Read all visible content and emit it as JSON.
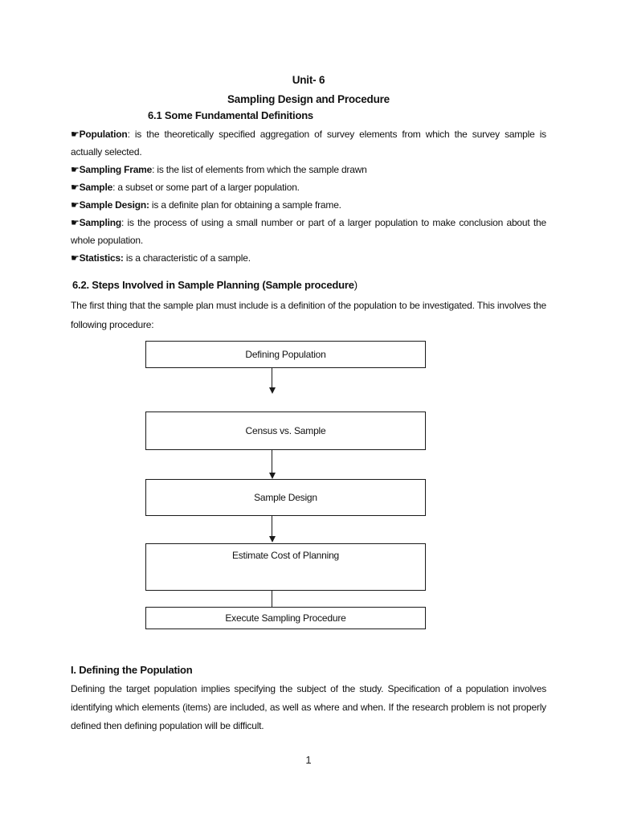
{
  "doc": {
    "title1": "Unit- 6",
    "title2": "Sampling Design and Procedure",
    "section_6_1_heading": "6.1 Some Fundamental Definitions",
    "definitions": [
      {
        "icon": "☛",
        "lead": "Population",
        "rest": ":  is the theoretically specified aggregation of survey elements from which the survey sample is actually selected."
      },
      {
        "icon": "☛",
        "lead": "Sampling Frame",
        "rest": ":  is the list of elements from which the sample drawn"
      },
      {
        "icon": "☛",
        "lead": "Sample",
        "rest": ":  a subset or some part of a larger population."
      },
      {
        "icon": "☛",
        "lead": "Sample Design:",
        "rest": " is a definite plan for obtaining a sample frame."
      },
      {
        "icon": "☛",
        "lead": "Sampling",
        "rest": ":  is the process of using a small number or part of a larger population to make conclusion about the whole population."
      },
      {
        "icon": "☛",
        "lead": "Statistics:",
        "rest": " is a characteristic of a sample."
      }
    ],
    "section_6_2_heading": "6.2. Steps Involved in Sample Planning (Sample procedure",
    "section_6_2_heading_tail": ")",
    "section_6_2_intro": "The first thing that the sample plan must include is a definition of the population to be investigated.  This involves the following procedure:",
    "flowchart_steps": [
      "Defining Population",
      "Census vs. Sample",
      "Sample Design",
      "Estimate Cost of Planning",
      "Execute Sampling Procedure"
    ],
    "section_I_heading": "I.  Defining the Population",
    "section_I_body": "Defining the target population implies specifying the subject of the study.  Specification of a population involves identifying which elements (items) are included, as well as where and when.  If the research problem is not properly defined then defining population will be difficult.",
    "page_number": "1",
    "colors": {
      "text": "#111111",
      "background": "#ffffff",
      "border": "#1a1a1a"
    }
  }
}
